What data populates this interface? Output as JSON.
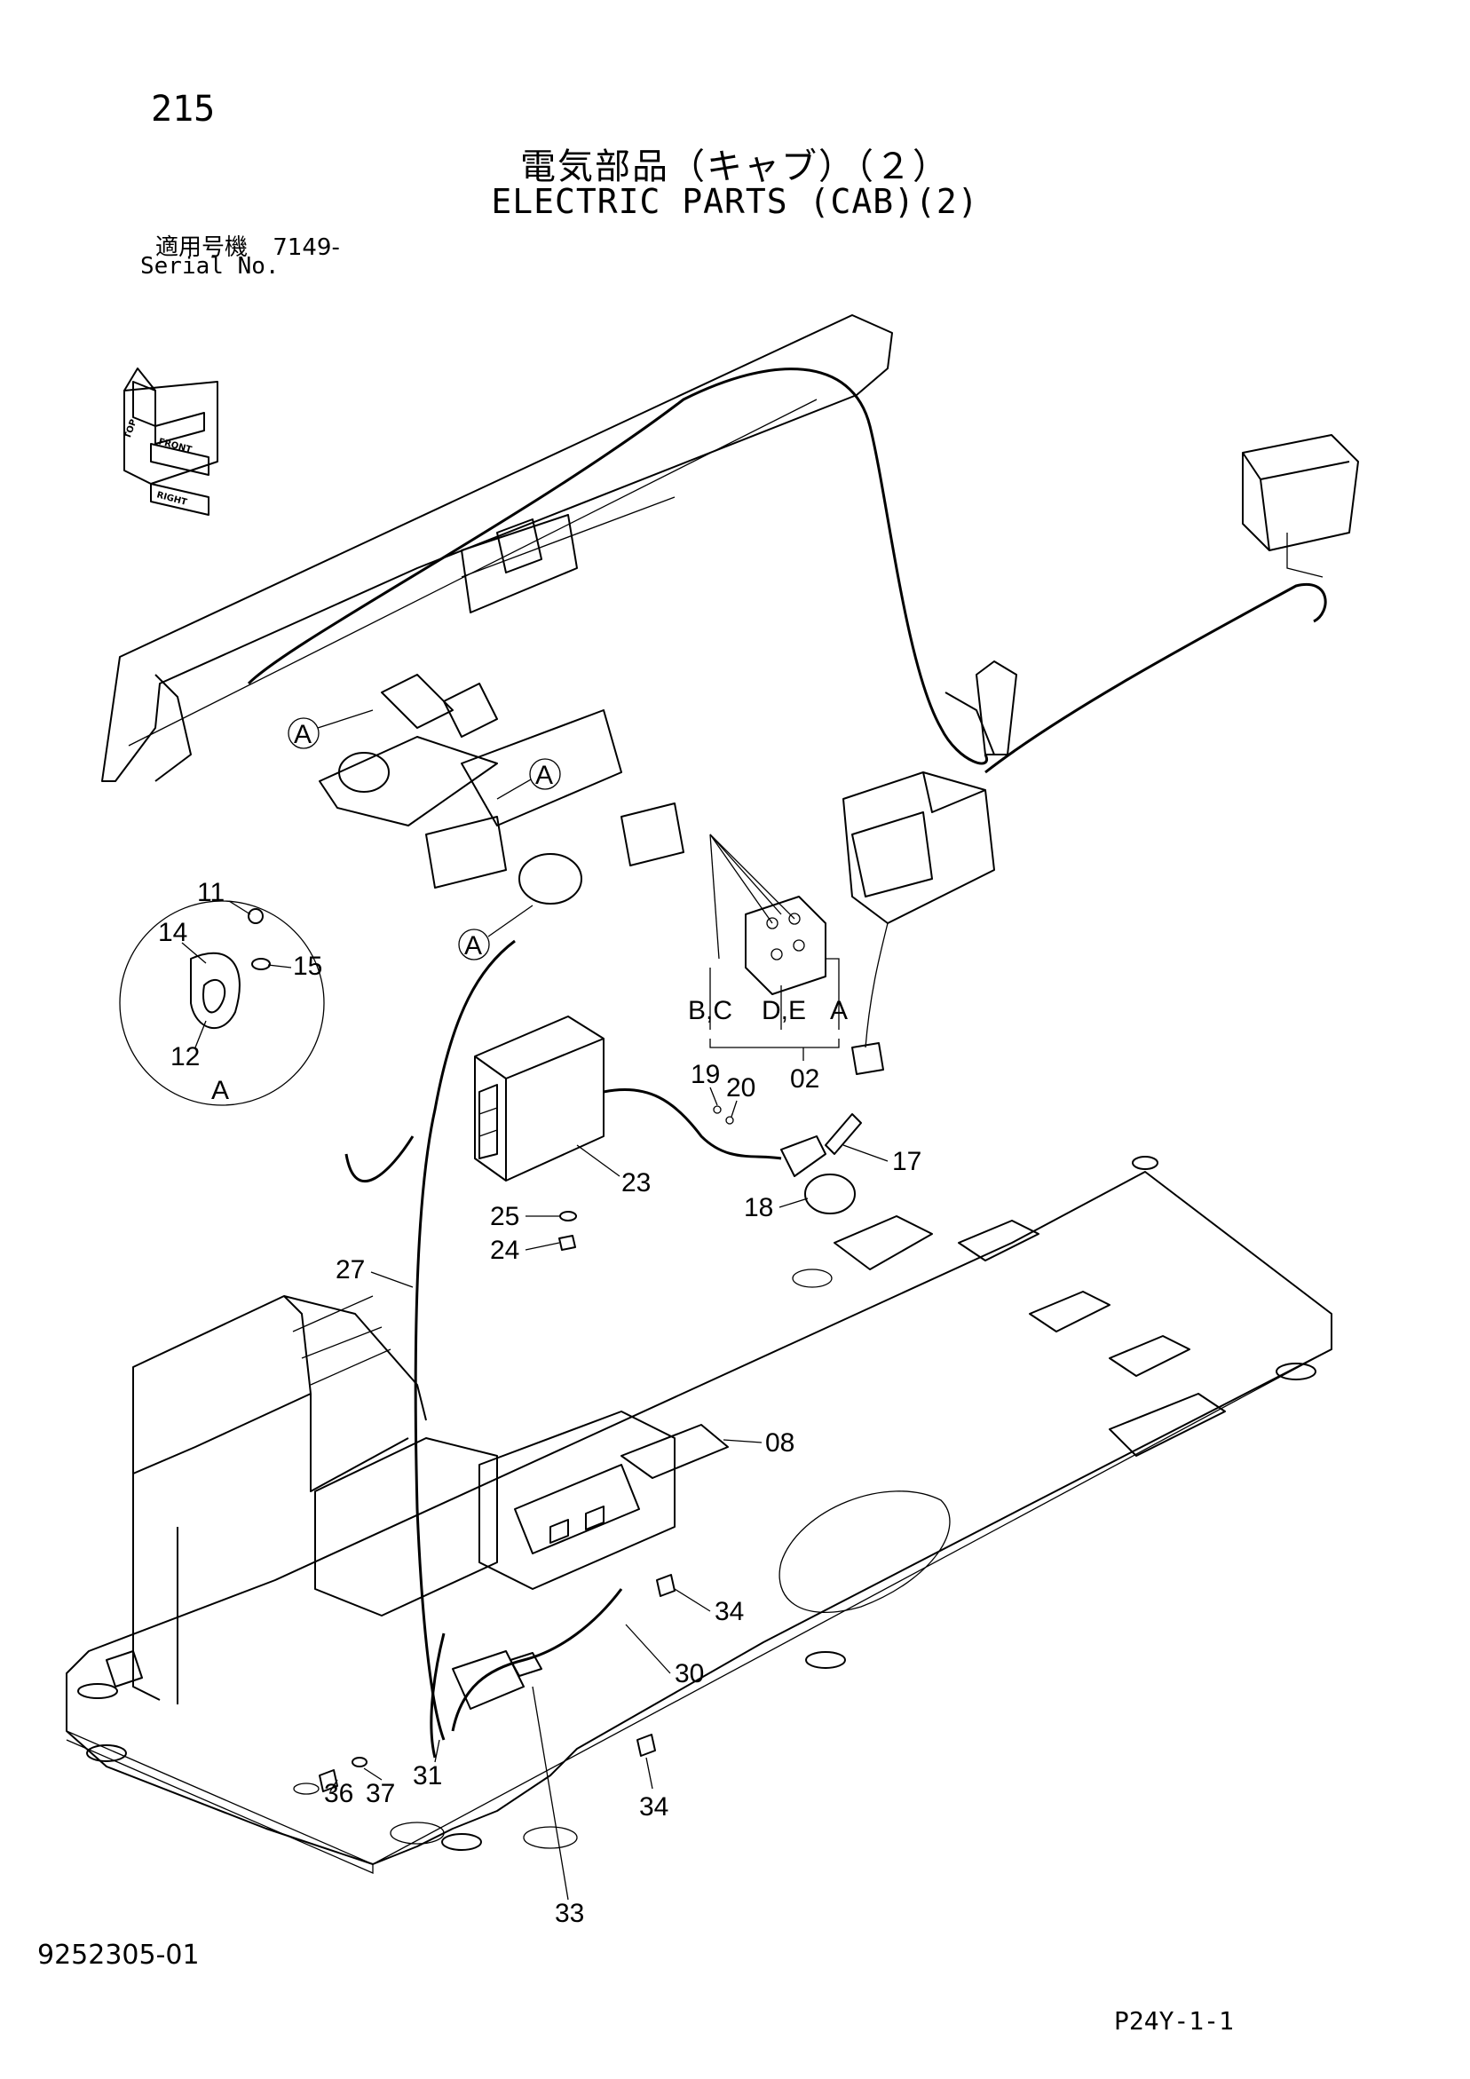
{
  "header": {
    "page_number": "215",
    "title_jp": "電気部品（キャブ）（２）",
    "title_en": "ELECTRIC PARTS (CAB)(2)",
    "serial_label_jp": "適用号機",
    "serial_value": "7149-",
    "serial_label_en": "Serial No."
  },
  "orientation": {
    "top": "TOP",
    "front": "FRONT",
    "right": "RIGHT"
  },
  "detail_view": {
    "label": "A"
  },
  "callouts": {
    "c11": "11",
    "c12": "12",
    "c14": "14",
    "c15": "15",
    "a1": "A",
    "a2": "A",
    "a3": "A",
    "bc": "B,C",
    "de": "D,E",
    "a4": "A",
    "c02": "02",
    "c17": "17",
    "c18": "18",
    "c19": "19",
    "c20": "20",
    "c23": "23",
    "c24": "24",
    "c25": "25",
    "c27": "27",
    "c08": "08",
    "c30": "30",
    "c31": "31",
    "c33": "33",
    "c34a": "34",
    "c34b": "34",
    "c36": "36",
    "c37": "37"
  },
  "footer": {
    "drawing_number": "9252305-01",
    "page_ref": "P24Y-1-1"
  }
}
